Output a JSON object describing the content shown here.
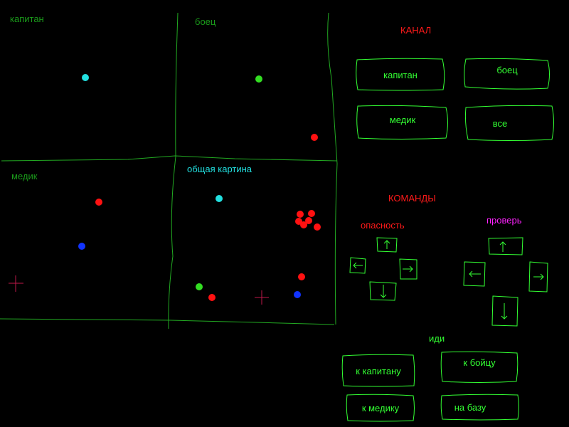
{
  "map": {
    "quadrants": {
      "captain": "капитан",
      "fighter": "боец",
      "medic": "медик",
      "overview": "общая картина"
    },
    "colors": {
      "grid": "#22aa22",
      "cyan": "#22e0e0",
      "green": "#33dd22",
      "red": "#ff1111",
      "blue": "#1133ff",
      "cross": "#c0184a"
    }
  },
  "channel": {
    "title": "КАНАЛ",
    "buttons": {
      "captain": "капитан",
      "fighter": "боец",
      "medic": "медик",
      "all": "все"
    }
  },
  "commands": {
    "title": "КОМАНДЫ",
    "danger_label": "опасность",
    "check_label": "проверь",
    "danger_arrows": [
      "up-arrow-icon",
      "left-arrow-icon",
      "right-arrow-icon",
      "down-arrow-icon"
    ],
    "check_arrows": [
      "up-arrow-icon",
      "left-arrow-icon",
      "right-arrow-icon",
      "down-arrow-icon"
    ]
  },
  "go": {
    "title": "иди",
    "buttons": {
      "to_captain": "к капитану",
      "to_fighter": "к бойцу",
      "to_medic": "к медику",
      "to_base": "на базу"
    }
  }
}
